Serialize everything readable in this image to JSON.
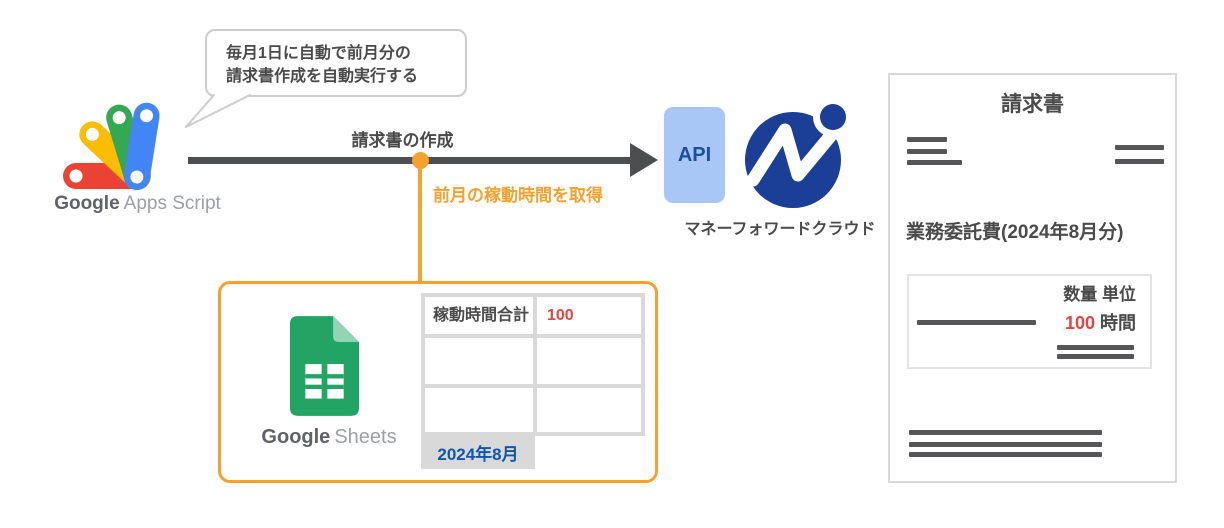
{
  "callout": {
    "line1": "毎月1日に自動で前月分の",
    "line2": "請求書作成を自動実行する"
  },
  "apps_script": {
    "label_primary": "Google",
    "label_secondary": "Apps Script"
  },
  "flow": {
    "arrow_label": "請求書の作成",
    "branch_label": "前月の稼動時間を取得",
    "api_badge": "API",
    "mf_caption": "マネーフォワードクラウド"
  },
  "sheets": {
    "label_primary": "Google",
    "label_secondary": "Sheets",
    "table": {
      "header_cell": "稼動時間合計",
      "value_cell": "100"
    },
    "tab": "2024年8月"
  },
  "invoice": {
    "title": "請求書",
    "line_item": "業務委託費(2024年8月分)",
    "table": {
      "header": "数量 単位",
      "quantity": "100",
      "unit": "時間"
    }
  },
  "colors": {
    "orange": "#F5A12D",
    "red": "#E4453F",
    "mf_blue": "#1B3F96",
    "api_badge_bg": "#A9C7F6",
    "sheets_green": "#21A464",
    "tab_blue": "#0D57AD",
    "dark_gray": "#4A4A4B"
  }
}
